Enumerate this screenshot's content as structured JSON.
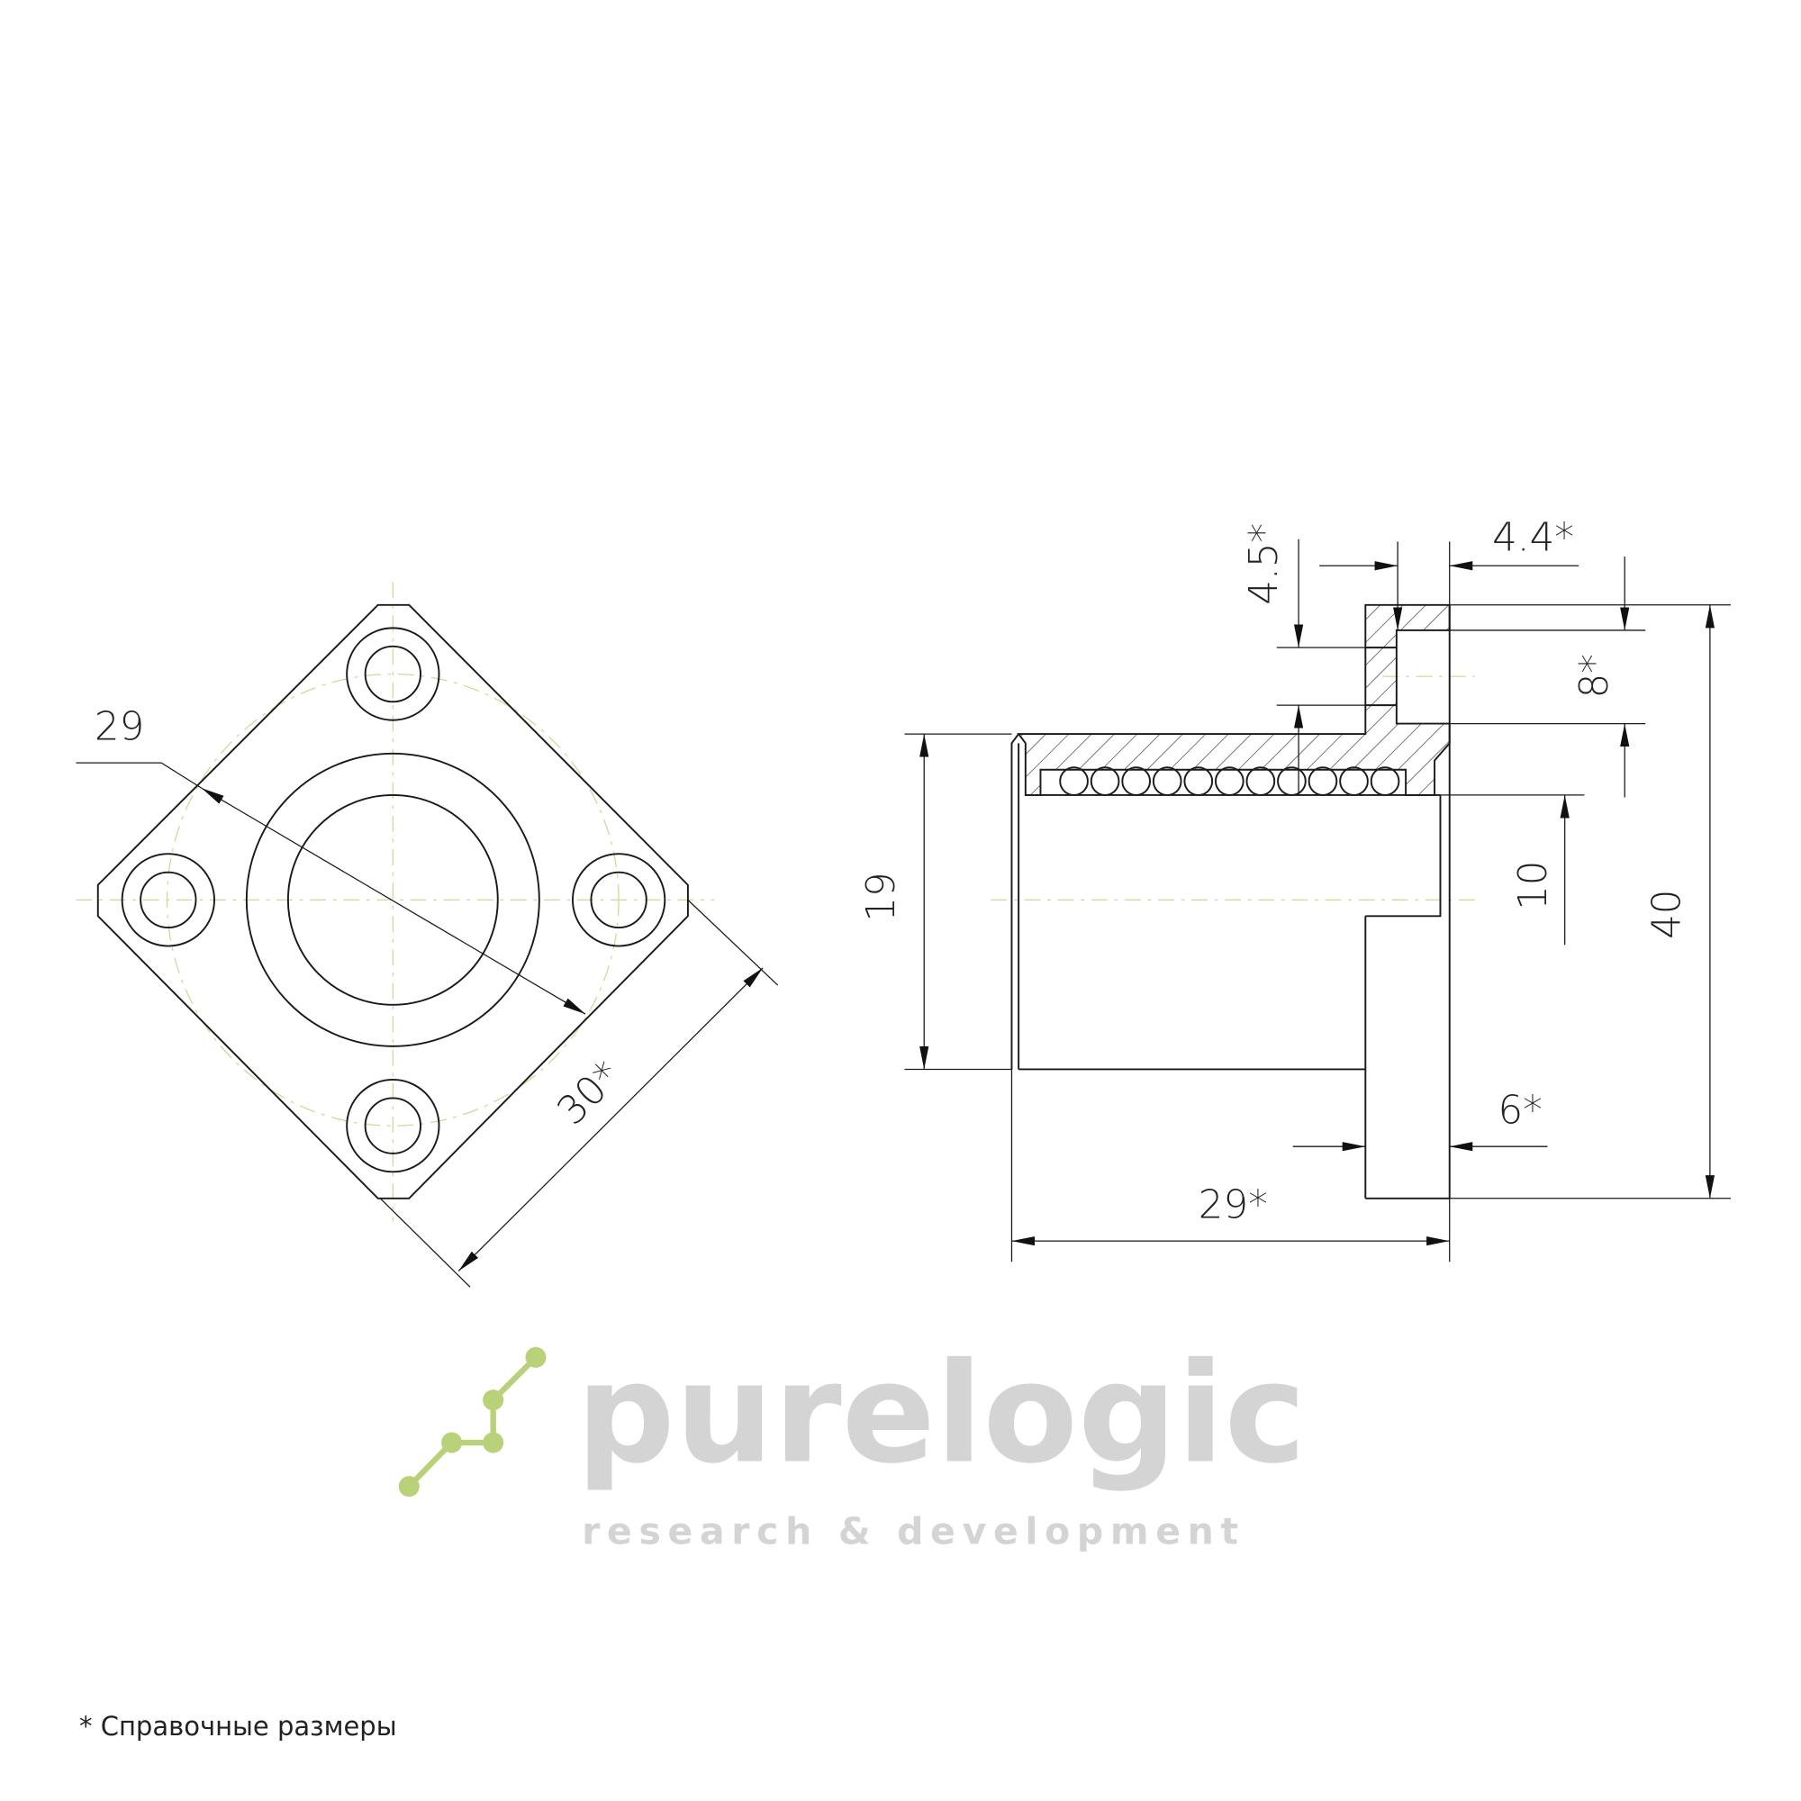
{
  "drawing": {
    "dimensions": {
      "flange_diagonal": "29",
      "flange_width": "30*",
      "hole_offset": "4.5*",
      "flange_thickness_top": "4.4*",
      "hole_diameter": "8*",
      "bore_diameter": "10",
      "outer_diameter": "19",
      "flange_height": "40",
      "flange_thickness": "6*",
      "total_length": "29*"
    },
    "watermark": {
      "brand": "purelogic",
      "tagline": "research & development"
    },
    "footnote": "* Справочные размеры"
  }
}
